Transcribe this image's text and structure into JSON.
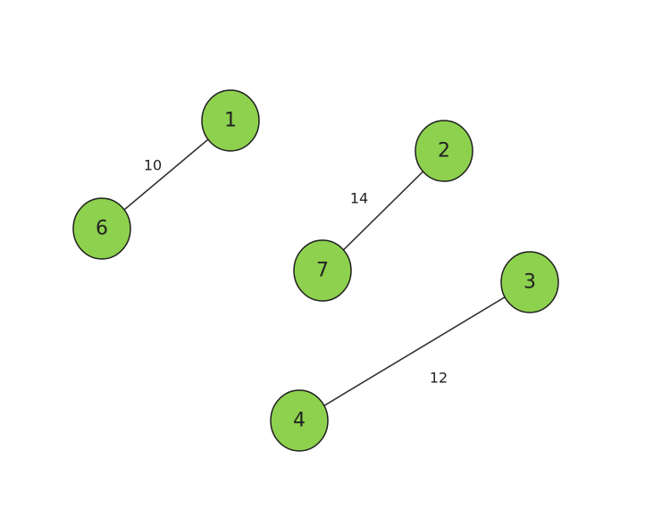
{
  "graph": {
    "node_fill": "#8dd14e",
    "node_stroke": "#1f1f1f",
    "edge_color": "#333333",
    "nodes": [
      {
        "id": "1",
        "label": "1"
      },
      {
        "id": "2",
        "label": "2"
      },
      {
        "id": "3",
        "label": "3"
      },
      {
        "id": "4",
        "label": "4"
      },
      {
        "id": "6",
        "label": "6"
      },
      {
        "id": "7",
        "label": "7"
      }
    ],
    "edges": [
      {
        "from": "1",
        "to": "6",
        "weight": "10"
      },
      {
        "from": "2",
        "to": "7",
        "weight": "14"
      },
      {
        "from": "3",
        "to": "4",
        "weight": "12"
      }
    ]
  }
}
